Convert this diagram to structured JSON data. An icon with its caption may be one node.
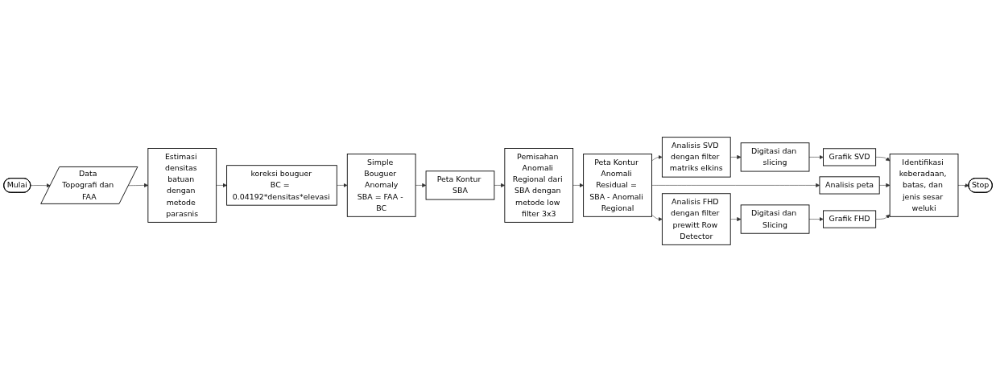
{
  "diagram": {
    "nodes": [
      {
        "text": [
          "Mulai"
        ]
      },
      {
        "text": [
          "Data Topografi dan FAA"
        ]
      },
      {
        "text": [
          "Estimasi densitas batuan dengan metode parasnis"
        ]
      },
      {
        "text": [
          "koreksi bouguer",
          "BC = 0.04192*densitas*elevasi"
        ]
      },
      {
        "text": [
          "Simple Bouguer Anomaly",
          "SBA = FAA - BC"
        ]
      },
      {
        "text": [
          "Peta Kontur SBA"
        ]
      },
      {
        "text": [
          "Pemisahan Anomali Regional dari SBA dengan metode low filter 3x3"
        ]
      },
      {
        "text": [
          "Peta Kontur Anomali Residual = SBA - Anomali Regional"
        ]
      },
      {
        "text": [
          "Analisis SVD dengan filter matriks elkins"
        ]
      },
      {
        "text": [
          "Digitasi dan slicing"
        ]
      },
      {
        "text": [
          "Grafik SVD"
        ]
      },
      {
        "text": [
          "Analisis peta"
        ]
      },
      {
        "text": [
          "Analisis FHD dengan filter prewitt Row Detector"
        ]
      },
      {
        "text": [
          "Digitasi dan Slicing"
        ]
      },
      {
        "text": [
          "Grafik FHD"
        ]
      },
      {
        "text": [
          "Identifikasi keberadaan, batas, dan jenis sesar weluki"
        ]
      },
      {
        "text": [
          "Stop"
        ]
      }
    ],
    "edges": [
      {
        "from": 0,
        "to": 1,
        "arrow": "to"
      },
      {
        "from": 1,
        "to": 2,
        "arrow": "to"
      },
      {
        "from": 2,
        "to": 3,
        "arrow": "to"
      },
      {
        "from": 3,
        "to": 4,
        "arrow": "to"
      },
      {
        "from": 4,
        "to": 5,
        "arrow": "to"
      },
      {
        "from": 5,
        "to": 6,
        "arrow": "to"
      },
      {
        "from": 6,
        "to": 7,
        "arrow": "to"
      },
      {
        "from": 7,
        "to": 8,
        "arrow": "to"
      },
      {
        "from": 8,
        "to": 9,
        "arrow": "to"
      },
      {
        "from": 9,
        "to": 10,
        "arrow": "to"
      },
      {
        "from": 10,
        "to": 15,
        "arrow": "to"
      },
      {
        "from": 7,
        "to": 11,
        "arrow": "to"
      },
      {
        "from": 11,
        "to": 15,
        "arrow": "to"
      },
      {
        "from": 7,
        "to": 12,
        "arrow": "to"
      },
      {
        "from": 12,
        "to": 13,
        "arrow": "to"
      },
      {
        "from": 13,
        "to": 14,
        "arrow": "to"
      },
      {
        "from": 14,
        "to": 15,
        "arrow": "to"
      },
      {
        "from": 15,
        "to": 16,
        "arrow": "to"
      }
    ]
  }
}
